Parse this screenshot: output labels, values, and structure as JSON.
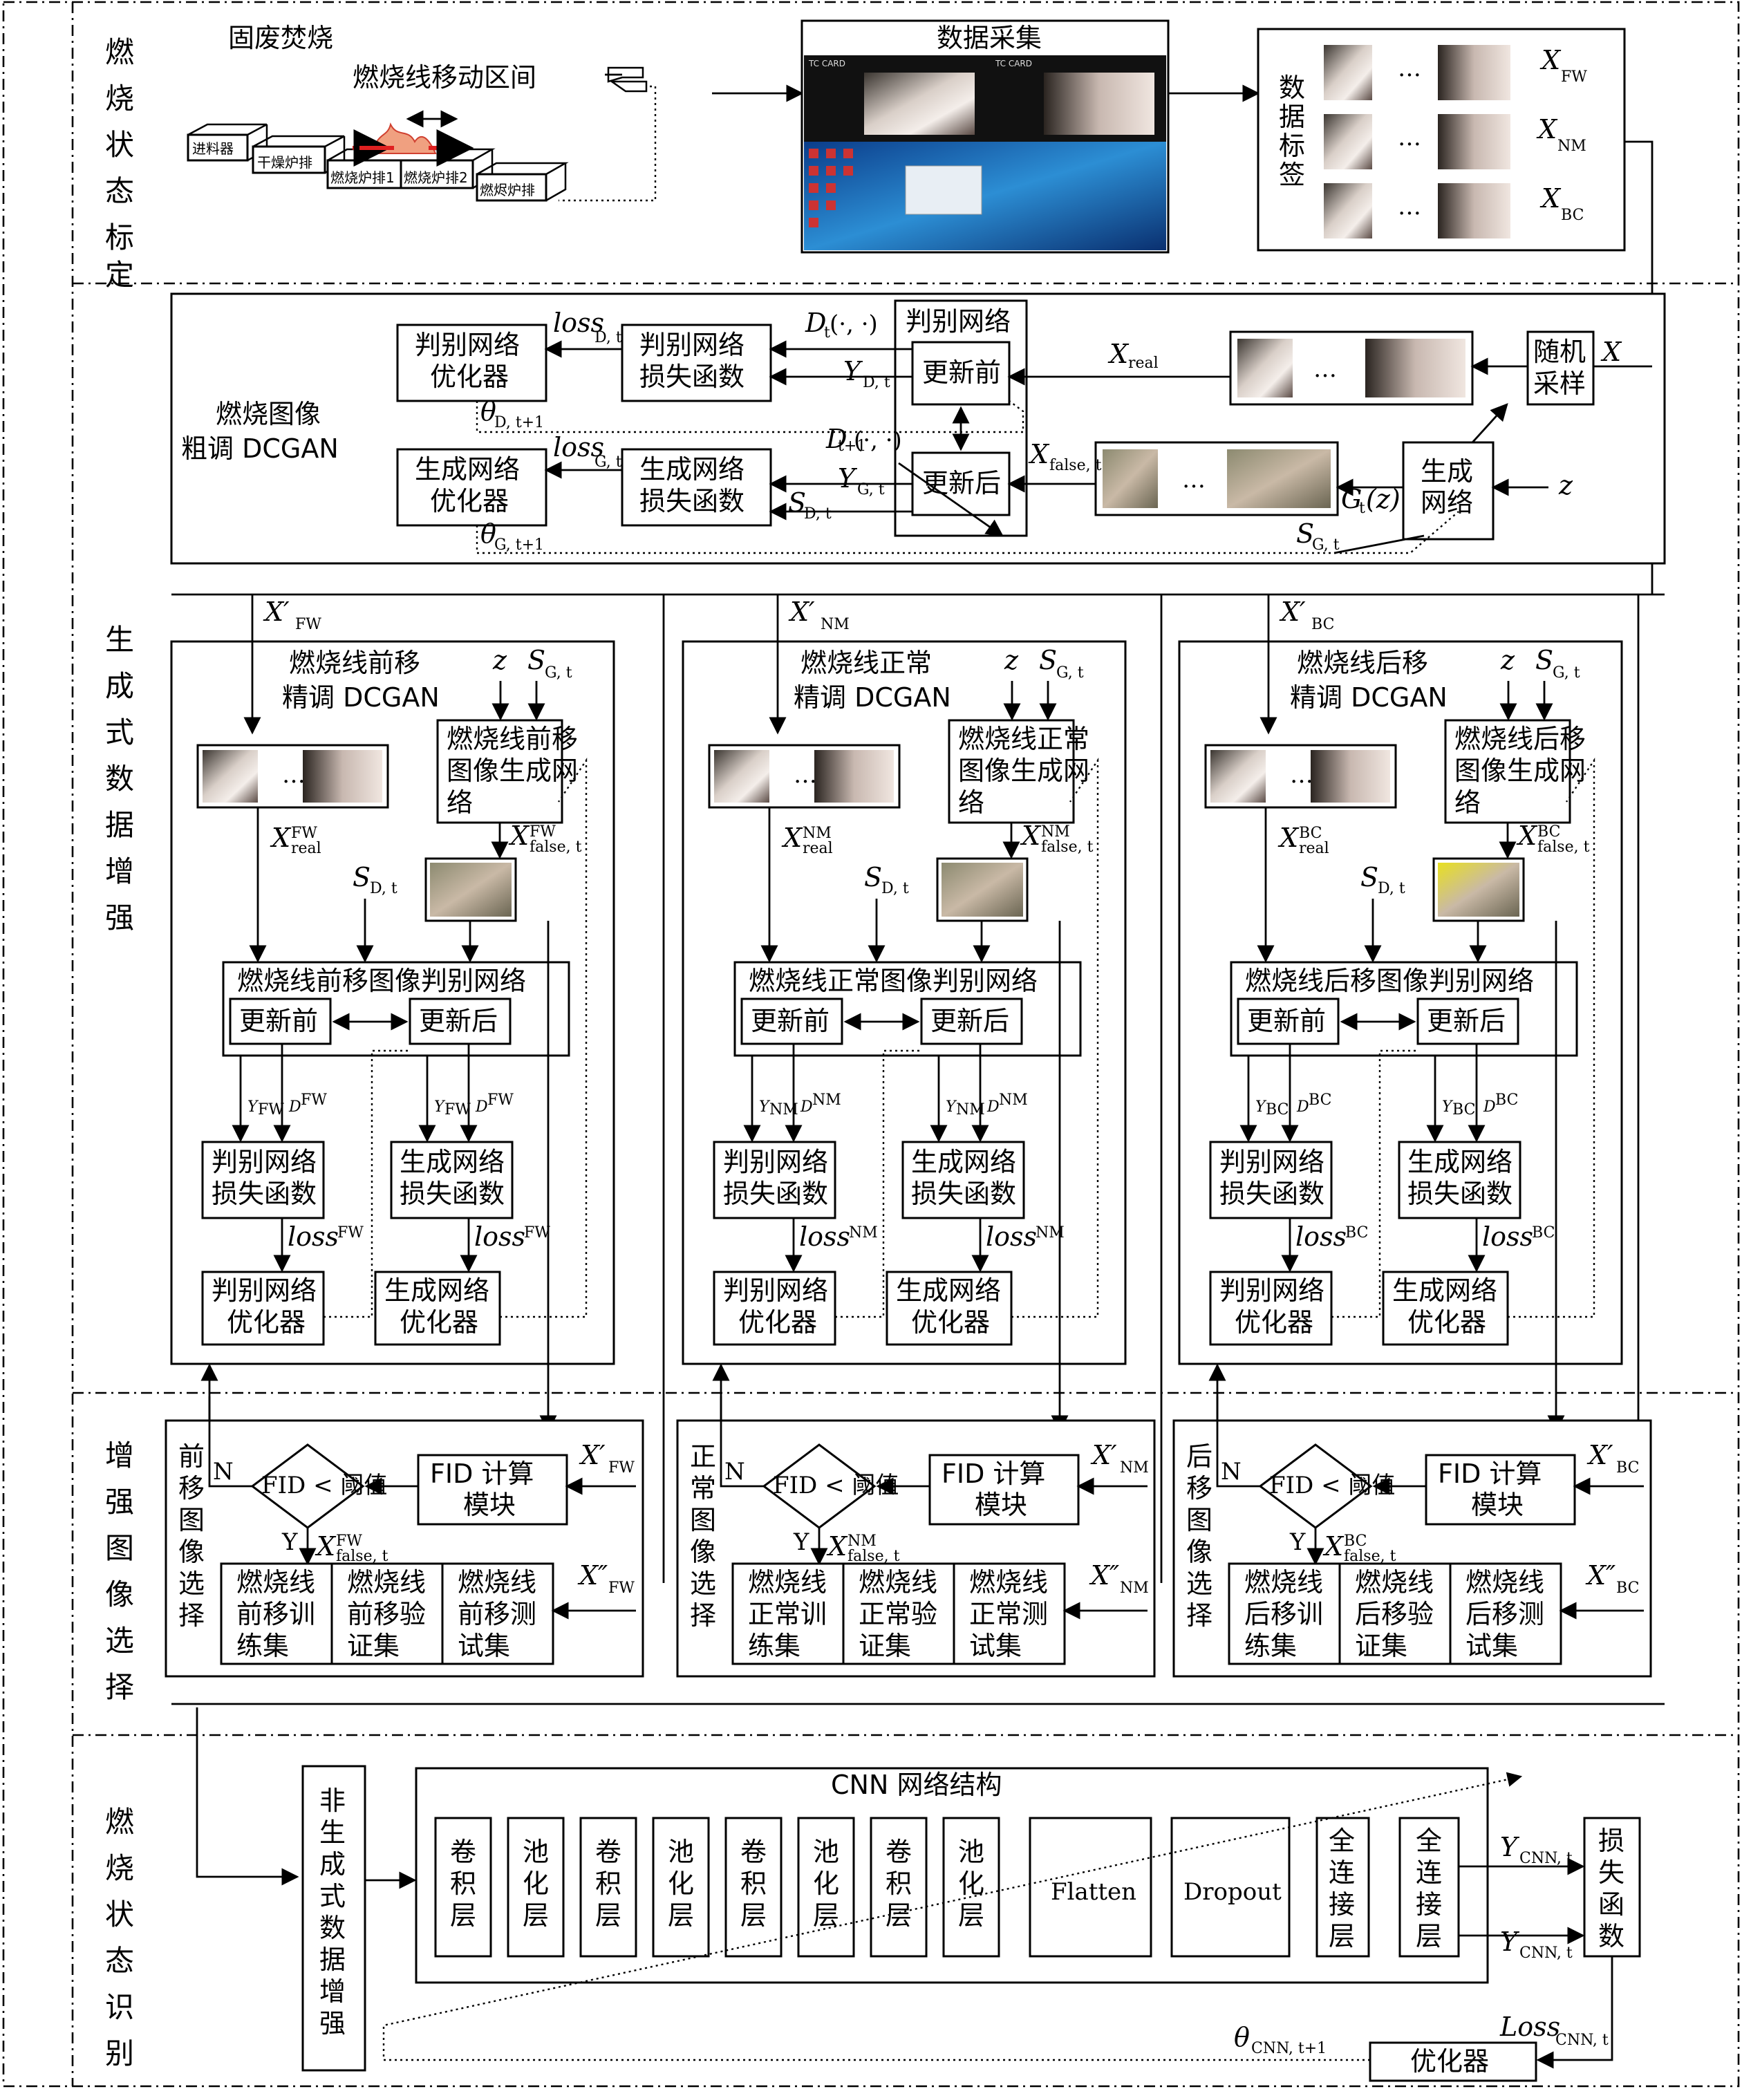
{
  "sections": {
    "s1": "燃烧状态标定",
    "s2": "生成式数据增强",
    "s3": "增强图像选择",
    "s4": "燃烧状态识别"
  },
  "top": {
    "incineration": "固废焚烧",
    "moving_range": "燃烧线移动区间",
    "feeder": "进料器",
    "dry_grate": "干燥炉排",
    "burn_grate1": "燃烧炉排1",
    "burn_grate2": "燃烧炉排2",
    "burnout_grate": "燃烬炉排",
    "data_collect": "数据采集",
    "tc_card": "TC CARD",
    "data_label": "数据标签",
    "x_fw": "X",
    "x_fw_sub": "FW",
    "x_nm_sub": "NM",
    "x_bc_sub": "BC"
  },
  "coarse": {
    "title1": "燃烧图像",
    "title2": "粗调 DCGAN",
    "disc_opt": "判别网络优化器",
    "gen_opt": "生成网络优化器",
    "disc_loss": "判别网络损失函数",
    "gen_loss": "生成网络损失函数",
    "disc_net": "判别网络",
    "before": "更新前",
    "after": "更新后",
    "gen_net": "生成网络",
    "random_sample": "随机采样",
    "loss_d": "loss",
    "loss_d_sub": "D, t",
    "loss_g_sub": "G, t",
    "dt_dots": "(·, ·)",
    "theta": "θ",
    "theta_d_sub": "D, t+1",
    "theta_g_sub": "G, t+1",
    "x_real_sub": "real",
    "x_false_sub": "false, t",
    "y_d_sub": "D, t",
    "s_d_sub": "D, t",
    "s_g_sub": "G, t"
  },
  "fine": [
    {
      "title1": "燃烧线前移",
      "title2": "精调 DCGAN",
      "gen": "燃烧线前移图像生成网络",
      "disc": "燃烧线前移图像判别网络",
      "tag": "FW"
    },
    {
      "title1": "燃烧线正常",
      "title2": "精调 DCGAN",
      "gen": "燃烧线正常图像生成网络",
      "disc": "燃烧线正常图像判别网络",
      "tag": "NM"
    },
    {
      "title1": "燃烧线后移",
      "title2": "精调 DCGAN",
      "gen": "燃烧线后移图像生成网络",
      "disc": "燃烧线后移图像判别网络",
      "tag": "BC"
    }
  ],
  "select": [
    {
      "side": "前移图像选择",
      "train": "燃烧线前移训练集",
      "val": "燃烧线前移验证集",
      "test": "燃烧线前移测试集",
      "tag": "FW"
    },
    {
      "side": "正常图像选择",
      "train": "燃烧线正常训练集",
      "val": "燃烧线正常验证集",
      "test": "燃烧线正常测试集",
      "tag": "NM"
    },
    {
      "side": "后移图像选择",
      "train": "燃烧线后移训练集",
      "val": "燃烧线后移验证集",
      "test": "燃烧线后移测试集",
      "tag": "BC"
    }
  ],
  "common": {
    "fid_module": "FID 计算模块",
    "fid_cond": "FID < 阈值",
    "n": "N",
    "y": "Y",
    "disc_loss": "判别网络损失函数",
    "gen_loss": "生成网络损失函数",
    "disc_opt": "判别网络优化器",
    "gen_opt": "生成网络优化器",
    "before": "更新前",
    "after": "更新后",
    "z": "z"
  },
  "cnn": {
    "non_gen": "非生成式数据增强",
    "title": "CNN 网络结构",
    "layers": [
      "卷积层",
      "池化层",
      "卷积层",
      "池化层",
      "卷积层",
      "池化层",
      "卷积层",
      "池化层"
    ],
    "flatten": "Flatten",
    "dropout": "Dropout",
    "fc1": "全连接层",
    "fc2": "全连接层",
    "loss_fn": "损失函数",
    "optimizer": "优化器",
    "y_cnn_sub": "CNN, t",
    "theta_cnn_sub": "CNN, t+1",
    "loss_cnn": "Loss",
    "loss_cnn_sub": "CNN, t"
  }
}
